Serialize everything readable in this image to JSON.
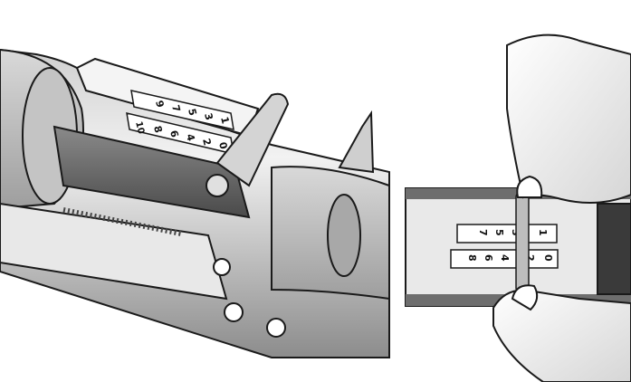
{
  "left_view": {
    "rear_leaf_numbers": [
      "9",
      "7",
      "5",
      "3",
      "1"
    ],
    "front_leaf_numbers": [
      "10",
      "8",
      "6",
      "4",
      "2",
      "0"
    ]
  },
  "right_view": {
    "rear_leaf_numbers": [
      "7",
      "5",
      "3",
      "1"
    ],
    "front_leaf_numbers": [
      "8",
      "6",
      "4",
      "2",
      "0"
    ]
  },
  "colors": {
    "steel_light": "#e6e6e6",
    "steel_mid": "#bdbdbd",
    "steel_dark": "#7a7a7a",
    "outline": "#1a1a1a",
    "background": "#ffffff"
  }
}
